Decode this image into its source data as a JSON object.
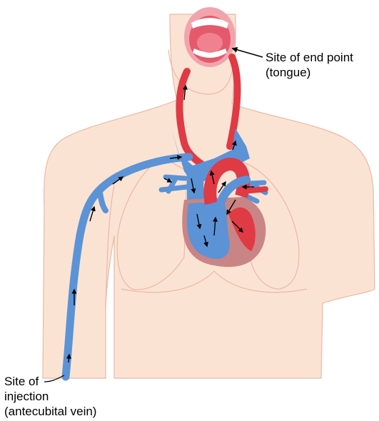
{
  "labels": {
    "end_point_line1": "Site of end point",
    "end_point_line2": "(tongue)",
    "injection_line1": "Site of",
    "injection_line2": "injection",
    "injection_line3": "(antecubital vein)"
  },
  "colors": {
    "skin": "#fbe3d4",
    "skin_outline": "#e9b9a3",
    "artery": "#e03a45",
    "vein": "#5b93d6",
    "vein_dark": "#2f6db5",
    "heart_wall": "#c98585",
    "mouth_inner": "#e45a6c",
    "lip": "#f2a4ad",
    "tooth": "#ffffff",
    "arrow": "#000000"
  }
}
